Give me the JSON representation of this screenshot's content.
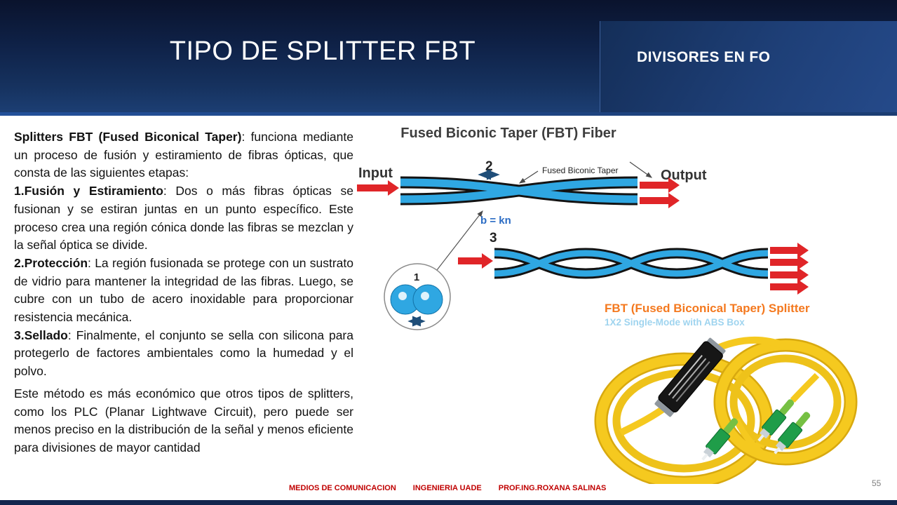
{
  "header": {
    "title": "TIPO DE SPLITTER FBT",
    "subtitle": "DIVISORES EN FO"
  },
  "content": {
    "paragraphs": [
      {
        "lead": "Splitters FBT (Fused Biconical Taper)",
        "text": ": funciona mediante un proceso de fusión y estiramiento de fibras ópticas, que consta de las siguientes etapas:"
      },
      {
        "lead": "1.Fusión y Estiramiento",
        "text": ": Dos o más fibras ópticas se fusionan y se estiran juntas en un punto específico. Este proceso crea una región cónica donde las fibras se mezclan y la señal óptica se divide."
      },
      {
        "lead": "2.Protección",
        "text": ": La región fusionada se protege con un sustrato de vidrio para mantener la integridad de las fibras. Luego, se cubre con un tubo de acero inoxidable para proporcionar resistencia mecánica."
      },
      {
        "lead": "3.Sellado",
        "text": ": Finalmente, el conjunto se sella con silicona para protegerlo de factores ambientales como la humedad y el polvo."
      },
      {
        "lead": "",
        "text": "Este método es más económico que otros tipos de splitters, como los PLC (Planar Lightwave Circuit), pero puede ser menos preciso en la distribución de la señal y menos eficiente para divisiones de mayor cantidad"
      }
    ]
  },
  "diagram": {
    "title": "Fused Biconic Taper (FBT) Fiber",
    "input_label": "Input",
    "output_label": "Output",
    "taper_label": "Fused Biconic Taper",
    "step1": "1",
    "step2": "2",
    "step3": "3",
    "formula": "b = kn",
    "product_title": "FBT (Fused Biconical Taper) Splitter",
    "product_subtitle": "1X2 Single-Mode with ABS Box"
  },
  "footer": {
    "items": [
      "MEDIOS DE COMUNICACION",
      "INGENIERIA  UADE",
      "PROF.ING.ROXANA SALINAS"
    ],
    "page_number": "55"
  },
  "colors": {
    "header_bg": "#0f2248",
    "arrow_red": "#e02528",
    "fiber_blue": "#2fa7e2",
    "dim_arrow_blue": "#1f4e79",
    "formula_blue": "#2b6cc4",
    "product_orange": "#f4791f",
    "product_lightblue": "#9fd4ef",
    "credits_red": "#c00000",
    "cable_yellow": "#f5c91f",
    "connector_green": "#1f9d49"
  }
}
